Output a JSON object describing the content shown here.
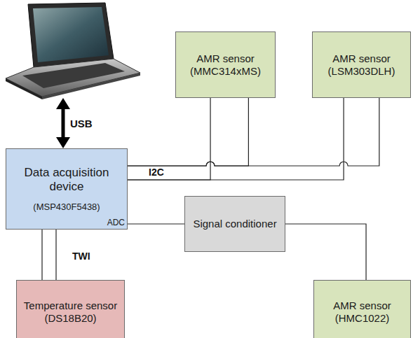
{
  "diagram": {
    "nodes": [
      {
        "text": [
          "AMR sensor (MMC314xMS)"
        ]
      },
      {
        "text": [
          "AMR sensor (LSM303DLH)"
        ]
      },
      {
        "text": [
          "Data acquisition device",
          "(MSP430F5438)",
          "ADC"
        ]
      },
      {
        "text": [
          "Signal conditioner"
        ]
      },
      {
        "text": [
          "Temperature sensor (DS18B20)"
        ]
      },
      {
        "text": [
          "AMR sensor (HMC1022)"
        ]
      }
    ],
    "edges": [
      {
        "from": 2,
        "to": 0,
        "label": "I2C",
        "arrow": "none"
      },
      {
        "from": 2,
        "to": 1,
        "arrow": "none"
      },
      {
        "from": 2,
        "to": 3,
        "arrow": "none"
      },
      {
        "from": 3,
        "to": 5,
        "arrow": "none"
      },
      {
        "from": 2,
        "to": 4,
        "label": "TWI",
        "arrow": "none"
      }
    ],
    "labels": [
      "USB"
    ]
  }
}
